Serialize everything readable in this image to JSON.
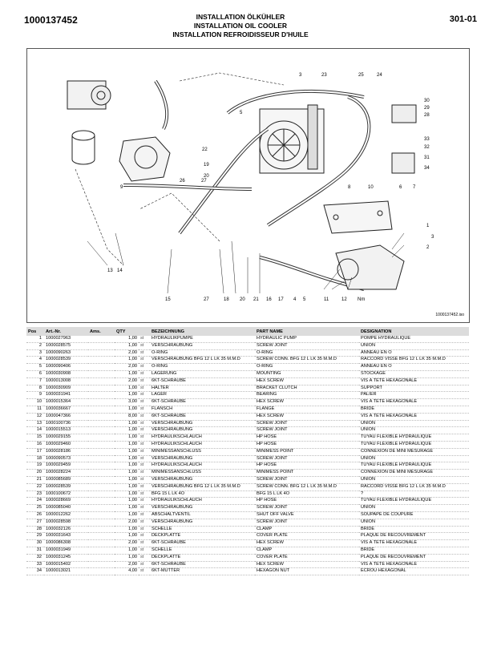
{
  "header": {
    "doc_number": "1000137452",
    "page": "301-01",
    "titles": [
      "INSTALLATION ÖLKÜHLER",
      "INSTALLATION OIL COOLER",
      "INSTALLATION  REFROIDISSEUR D'HUILE"
    ]
  },
  "drawing": {
    "figure_id": "1000137452.iso",
    "callouts": [
      "3",
      "23",
      "25",
      "24",
      "5",
      "22",
      "19",
      "20",
      "26",
      "27",
      "9",
      "8",
      "10",
      "6",
      "7",
      "30",
      "29",
      "28",
      "33",
      "32",
      "31",
      "34",
      "1",
      "3",
      "2",
      "13",
      "14",
      "15",
      "27",
      "18",
      "20",
      "21",
      "16",
      "17",
      "4",
      "5",
      "11",
      "12",
      "Nm"
    ]
  },
  "table": {
    "headers": [
      "Pos",
      "Art.-Nr.",
      "Ams.",
      "QTY",
      "",
      "BEZEICHNUNG",
      "PART NAME",
      "DESIGNATION"
    ],
    "rows": [
      [
        "1",
        "1000027963",
        "1,00",
        "st",
        "HYDRAULIKPUMPE",
        "HYDRAULIC PUMP",
        "POMPE HYDRAULIQUE"
      ],
      [
        "2",
        "1000028575",
        "1,00",
        "st",
        "VERSCHRAUBUNG",
        "SCREW JOINT",
        "UNION"
      ],
      [
        "3",
        "1000090263",
        "2,00",
        "st",
        "O-RING",
        "O-RING",
        "ANNEAU EN O"
      ],
      [
        "4",
        "1000028539",
        "1,00",
        "st",
        "VERSCHRAUBUNG BFG 12 L LK 35 M.M.D",
        "SCREW CONN. BFG 12 L LK 35 M.M.D",
        "RACCORD VISSÉ BFG 12 L LK 35 M.M.D"
      ],
      [
        "5",
        "1000090406",
        "2,00",
        "st",
        "O-RING",
        "O-RING",
        "ANNEAU EN O"
      ],
      [
        "6",
        "1000030908",
        "1,00",
        "st",
        "LAGERUNG",
        "MOUNTING",
        "STOCKAGE"
      ],
      [
        "7",
        "1000013008",
        "2,00",
        "st",
        "6KT-SCHRAUBE",
        "HEX SCREW",
        "VIS À TÊTE HEXAGONALE"
      ],
      [
        "8",
        "1000030909",
        "1,00",
        "st",
        "HALTER",
        "BRACKET CLUTCH",
        "SUPPORT"
      ],
      [
        "9",
        "1000031941",
        "1,00",
        "st",
        "LAGER",
        "BEARING",
        "PALIER"
      ],
      [
        "10",
        "1000015364",
        "3,00",
        "st",
        "6KT-SCHRAUBE",
        "HEX SCREW",
        "VIS À TÊTE HEXAGONALE"
      ],
      [
        "11",
        "1000036667",
        "1,00",
        "st",
        "FLANSCH",
        "FLANGE",
        "BRIDE"
      ],
      [
        "12",
        "1000047366",
        "8,00",
        "st",
        "6KT-SCHRAUBE",
        "HEX SCREW",
        "VIS À TÊTE HEXAGONALE"
      ],
      [
        "13",
        "1000100736",
        "1,00",
        "st",
        "VERSCHRAUBUNG",
        "SCREW JOINT",
        "UNION"
      ],
      [
        "14",
        "1000015513",
        "1,00",
        "st",
        "VERSCHRAUBUNG",
        "SCREW JOINT",
        "UNION"
      ],
      [
        "15",
        "1000029155",
        "1,00",
        "st",
        "HYDRAULIKSCHLAUCH",
        "HP HOSE",
        "TUYAU FLEXIBLE HYDRAULIQUE"
      ],
      [
        "16",
        "1000029460",
        "1,00",
        "st",
        "HYDRAULIKSCHLAUCH",
        "HP HOSE",
        "TUYAU FLEXIBLE HYDRAULIQUE"
      ],
      [
        "17",
        "1000028186",
        "1,00",
        "st",
        "MINIMESSANSCHLUSS",
        "MINIMESS POINT",
        "CONNEXION DE MINI MESURAGE"
      ],
      [
        "18",
        "1000090573",
        "1,00",
        "st",
        "VERSCHRAUBUNG",
        "SCREW JOINT",
        "UNION"
      ],
      [
        "19",
        "1000029459",
        "1,00",
        "st",
        "HYDRAULIKSCHLAUCH",
        "HP HOSE",
        "TUYAU FLEXIBLE HYDRAULIQUE"
      ],
      [
        "20",
        "1000028224",
        "1,00",
        "st",
        "MINIMESSANSCHLUSS",
        "MINIMESS POINT",
        "CONNEXION DE MINI MESURAGE"
      ],
      [
        "21",
        "1000085689",
        "1,00",
        "st",
        "VERSCHRAUBUNG",
        "SCREW JOINT",
        "UNION"
      ],
      [
        "22",
        "1000028539",
        "1,00",
        "st",
        "VERSCHRAUBUNG BFG 12 L LK 35 M.M.D",
        "SCREW CONN. BFG 12 L LK 35 M.M.D",
        "RACCORD VISSÉ BFG 12 L LK 35 M.M.D"
      ],
      [
        "23",
        "1000100672",
        "1,00",
        "st",
        "BFG 15 L LK 4O",
        "BFG 15 L LK 4O",
        "?"
      ],
      [
        "24",
        "1000028669",
        "1,00",
        "st",
        "HYDRAULIKSCHLAUCH",
        "HP HOSE",
        "TUYAU FLEXIBLE HYDRAULIQUE"
      ],
      [
        "25",
        "1000085040",
        "1,00",
        "st",
        "VERSCHRAUBUNG",
        "SCREW JOINT",
        "UNION"
      ],
      [
        "26",
        "1000012262",
        "1,00",
        "st",
        "ABSCHALTVENTIL",
        "SHUT OFF VALVE",
        "SOUPAPE DE COUPURE"
      ],
      [
        "27",
        "1000028598",
        "2,00",
        "st",
        "VERSCHRAUBUNG",
        "SCREW JOINT",
        "UNION"
      ],
      [
        "28",
        "1000032126",
        "1,00",
        "st",
        "SCHELLE",
        "CLAMP",
        "BRIDE"
      ],
      [
        "29",
        "1000031643",
        "1,00",
        "st",
        "DECKPLATTE",
        "COVER PLATE",
        "PLAQUE DE RECOUVREMENT"
      ],
      [
        "30",
        "1000086308",
        "2,00",
        "st",
        "6KT-SCHRAUBE",
        "HEX SCREW",
        "VIS À TÊTE HEXAGONALE"
      ],
      [
        "31",
        "1000031949",
        "1,00",
        "st",
        "SCHELLE",
        "CLAMP",
        "BRIDE"
      ],
      [
        "32",
        "1000031245",
        "1,00",
        "st",
        "DECKPLATTE",
        "COVER PLATE",
        "PLAQUE DE RECOUVREMENT"
      ],
      [
        "33",
        "1000015402",
        "2,00",
        "st",
        "6KT-SCHRAUBE",
        "HEX SCREW",
        "VIS À TÊTE HEXAGONALE"
      ],
      [
        "34",
        "1000013021",
        "4,00",
        "st",
        "6KT-MUTTER",
        "HEXAGON NUT",
        "ÉCROU HEXAGONAL"
      ]
    ]
  }
}
